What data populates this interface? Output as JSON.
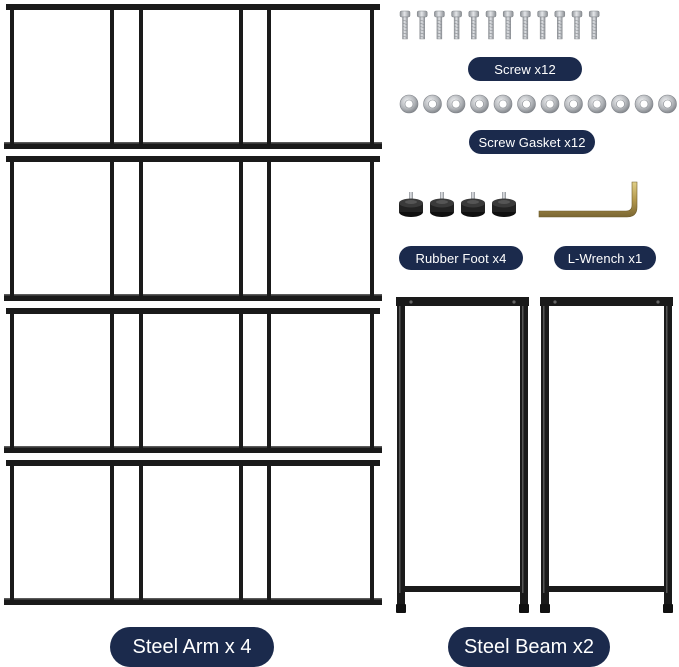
{
  "labels": {
    "screw": "Screw x12",
    "gasket": "Screw Gasket x12",
    "foot": "Rubber Foot  x4",
    "wrench": "L-Wrench x1",
    "arm": "Steel Arm x 4",
    "beam": "Steel Beam x2"
  },
  "parts": {
    "screw_count": 12,
    "gasket_count": 12,
    "foot_count": 4,
    "wrench_count": 1,
    "arm_count": 4,
    "beam_count": 2
  },
  "colors": {
    "label_bg": "#1b2a4c",
    "label_text": "#ffffff",
    "steel": "#1a1a1a",
    "screw_metal": "#b9bcc0",
    "rubber": "#222222",
    "wrench": "#b8a15a"
  }
}
